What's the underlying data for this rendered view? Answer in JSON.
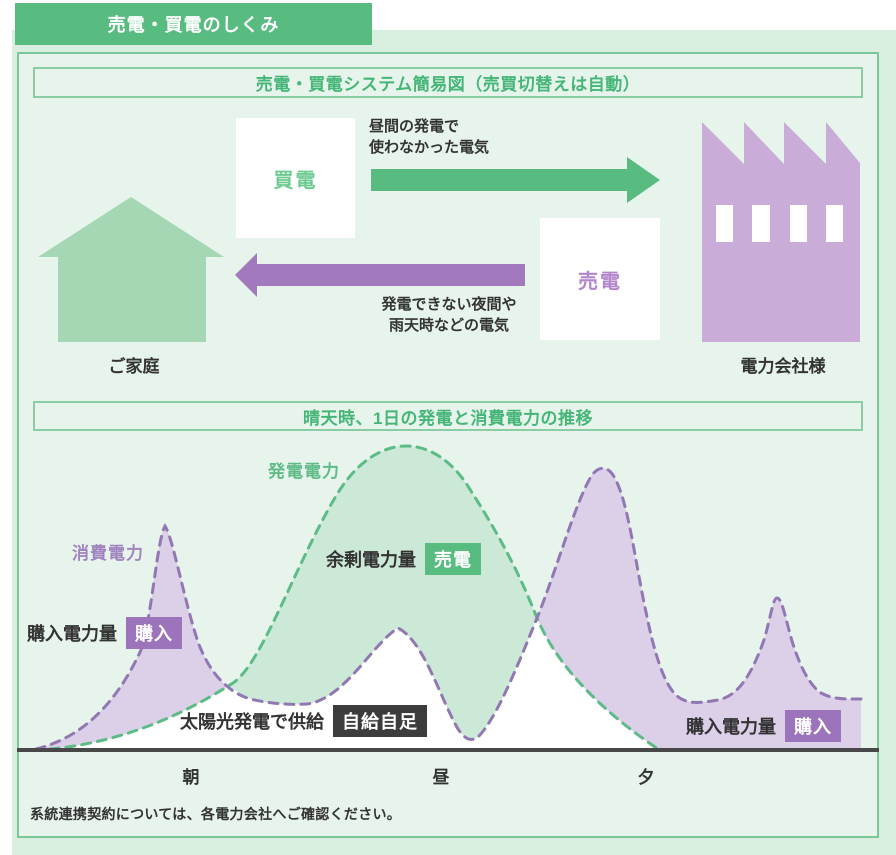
{
  "header": {
    "tab_title": "売電・買電のしくみ"
  },
  "system_diagram": {
    "title": "売電・買電システム簡易図（売買切替えは自動）",
    "buy_box_label": "買電",
    "sell_box_label": "売電",
    "sell_arrow_caption_line1": "昼間の発電で",
    "sell_arrow_caption_line2": "使わなかった電気",
    "buy_arrow_caption_line1": "発電できない夜間や",
    "buy_arrow_caption_line2": "雨天時などの電気",
    "home_label": "ご家庭",
    "power_company_label": "電力会社様"
  },
  "chart": {
    "title": "晴天時、1日の発電と消費電力の推移",
    "generation_label": "発電電力",
    "consumption_label": "消費電力",
    "surplus": {
      "text": "余剰電力量",
      "badge": "売電"
    },
    "purchase_left": {
      "text": "購入電力量",
      "badge": "購入"
    },
    "self_sufficiency": {
      "text": "太陽光発電で供給",
      "badge": "自給自足"
    },
    "purchase_right": {
      "text": "購入電力量",
      "badge": "購入"
    },
    "x_labels": {
      "morning": "朝",
      "noon": "昼",
      "evening": "夕"
    }
  },
  "footer": {
    "note": "系統連携契約については、各電力会社へご確認ください。"
  },
  "chart_data": {
    "type": "area",
    "title": "晴天時、1日の発電と消費電力の推移",
    "x_units": "percent_of_day",
    "y_units": "relative_power_0_100",
    "categories": [
      "朝",
      "昼",
      "夕"
    ],
    "category_x_positions": [
      19,
      49,
      74
    ],
    "grid": false,
    "legend_position": "inline-labels",
    "series": [
      {
        "name": "発電電力",
        "style": "dashed-green-filled",
        "x": [
          1.7,
          13.8,
          23.8,
          32,
          38,
          44.7,
          51.3,
          57.4,
          60.7,
          65.9,
          70.7,
          75.3
        ],
        "values": [
          0,
          4,
          21.5,
          62,
          93.4,
          100,
          88.4,
          67,
          42.9,
          22.4,
          10.9,
          0
        ]
      },
      {
        "name": "消費電力",
        "style": "dashed-purple-filled",
        "x": [
          0,
          7.7,
          12.6,
          15.6,
          19.9,
          25.9,
          32.6,
          43.8,
          51.3,
          53.5,
          60.7,
          68.5,
          73.7,
          79.2,
          89.6,
          94.9,
          99.9
        ],
        "values": [
          0,
          7.6,
          30.7,
          73.6,
          32.3,
          16.2,
          14.5,
          39.6,
          5.3,
          3.6,
          42.9,
          92.1,
          45.5,
          15.8,
          49.5,
          18.2,
          16.2
        ]
      }
    ],
    "annotations": [
      {
        "text": "余剰電力量 売電",
        "meaning": "area where generation exceeds consumption"
      },
      {
        "text": "購入電力量 購入",
        "meaning": "morning area where consumption exceeds generation"
      },
      {
        "text": "太陽光発電で供給 自給自足",
        "meaning": "white area supplied by solar power"
      },
      {
        "text": "購入電力量 購入",
        "meaning": "evening area where consumption exceeds generation"
      }
    ]
  },
  "colors": {
    "green": "#58BC80",
    "green-text": "#45B678",
    "green-border": "#7CC79A",
    "title-border": "#8BCCA5",
    "panel-bg": "#E7F4EB",
    "card-bg": "#D8EEDF",
    "house": "#A6D7B5",
    "factory": "#C9ADD8",
    "purple-arrow": "#A379BE",
    "purple-badge": "#9B74BB",
    "buy-text": "#6DCB92",
    "sell-text": "#B286CB",
    "chart-green-fill": "#CBE9D6",
    "chart-purple-fill": "#DCCFE8",
    "chart-green-stroke": "#5CBB87",
    "chart-purple-stroke": "#9178B2",
    "dark-badge": "#3C3C3C",
    "text": "#333333",
    "baseline": "#484848",
    "gen-label": "#5FBC88",
    "cons-label": "#A083BF"
  }
}
